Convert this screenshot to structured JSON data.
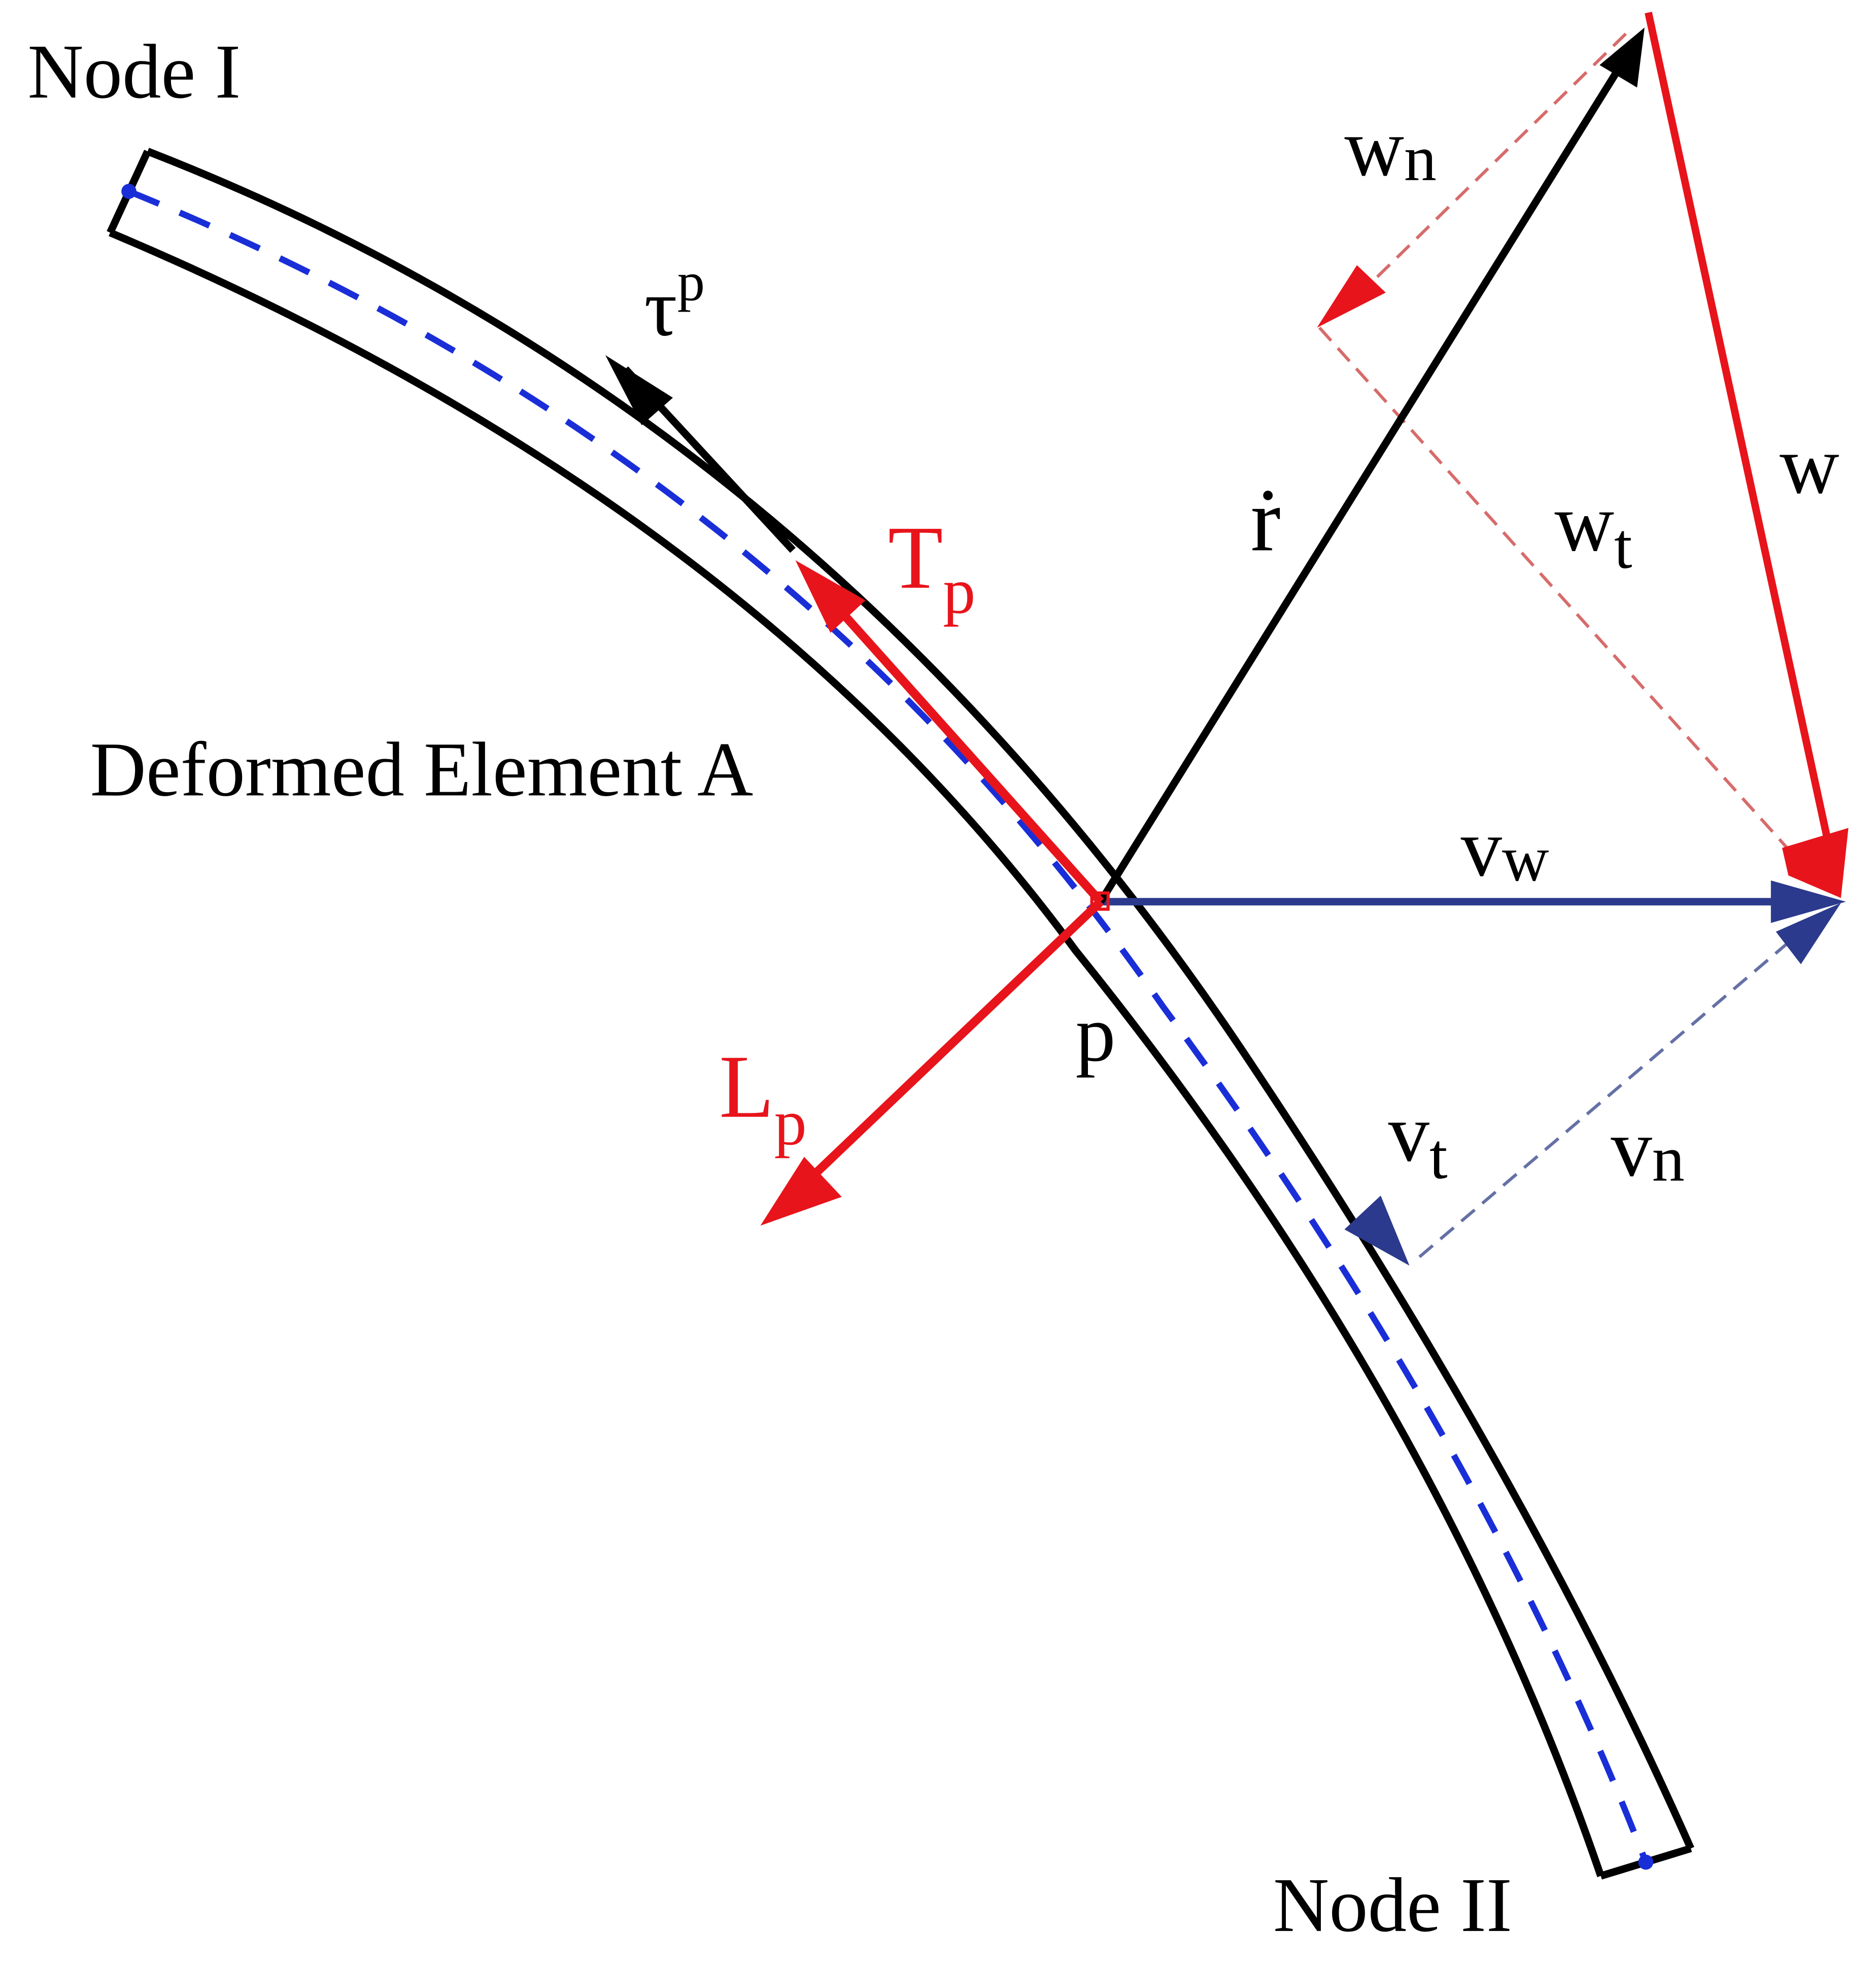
{
  "labels": {
    "node_1": "Node I",
    "node_2": "Node II",
    "element": "Deformed Element A",
    "point": "p",
    "tau": "τ",
    "tau_sup": "p",
    "r_dot": "ṙ",
    "T": "T",
    "T_sub": "p",
    "L": "L",
    "L_sub": "p",
    "w": "w",
    "wn": "w",
    "wn_sub": "n",
    "wt": "w",
    "wt_sub": "t",
    "vw": "v",
    "vw_sub": "w",
    "vt": "v",
    "vt_sub": "t",
    "vn": "v",
    "vn_sub": "n"
  },
  "colors": {
    "black": "#000000",
    "red": "#e8141b",
    "navy": "#2b3a8c",
    "blue_dash": "#1a2ed8",
    "red_dash": "#d76b6b",
    "navy_dash": "#6470a6"
  }
}
